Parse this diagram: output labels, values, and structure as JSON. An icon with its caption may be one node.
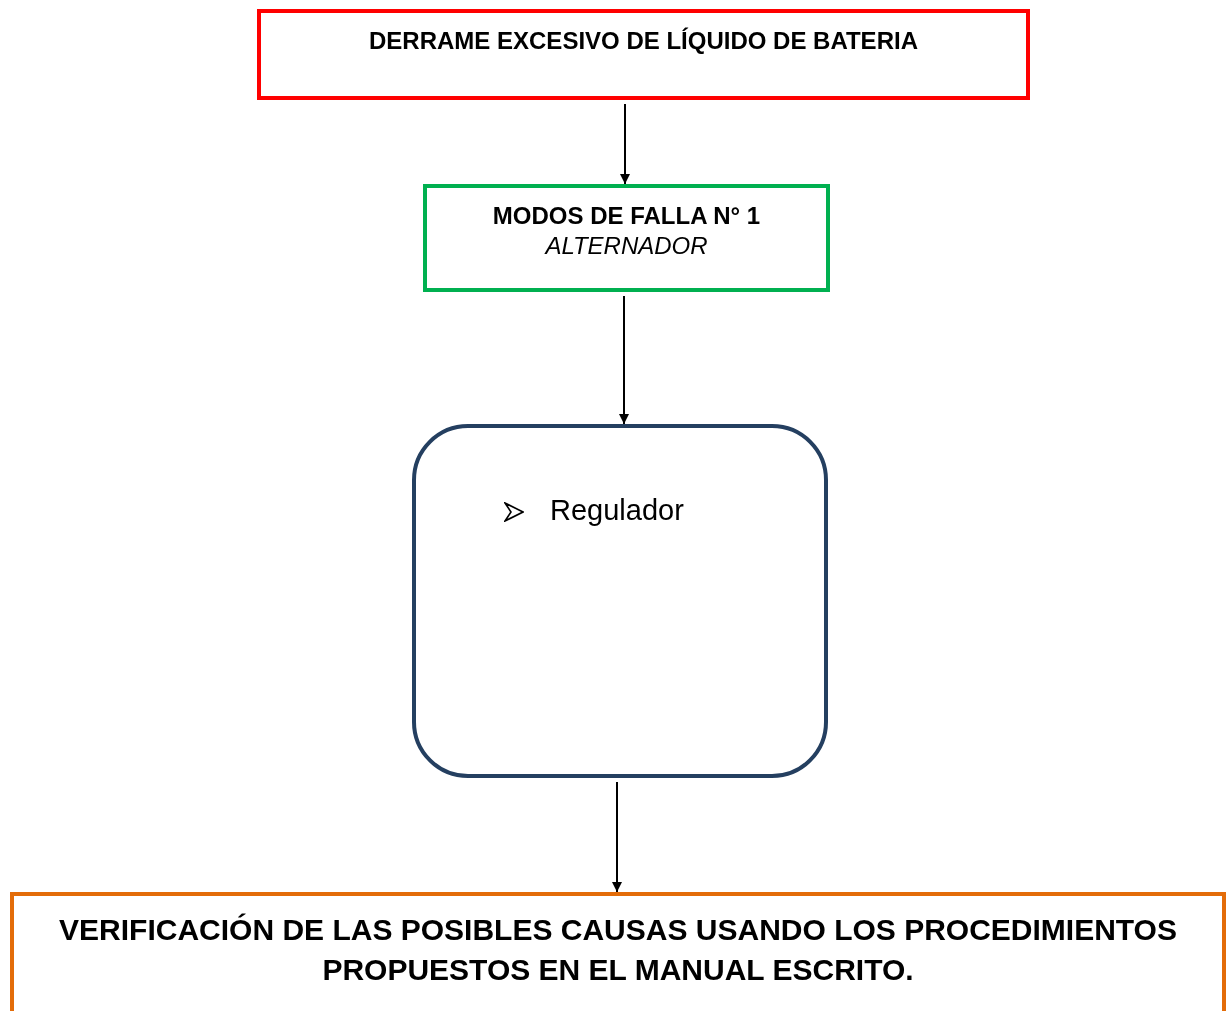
{
  "diagram": {
    "nodes": [
      {
        "text": [
          "DERRAME EXCESIVO DE LÍQUIDO DE BATERIA"
        ]
      },
      {
        "text": [
          "MODOS DE FALLA N° 1",
          "ALTERNADOR"
        ]
      },
      {
        "text": [
          "Regulador"
        ]
      },
      {
        "text": [
          "VERIFICACIÓN DE LAS POSIBLES CAUSAS USANDO LOS PROCEDIMIENTOS PROPUESTOS EN EL MANUAL ESCRITO."
        ]
      }
    ],
    "edges": [
      {
        "from": 0,
        "to": 1,
        "arrow": "to"
      },
      {
        "from": 1,
        "to": 2,
        "arrow": "to"
      },
      {
        "from": 2,
        "to": 3,
        "arrow": "to"
      }
    ]
  }
}
